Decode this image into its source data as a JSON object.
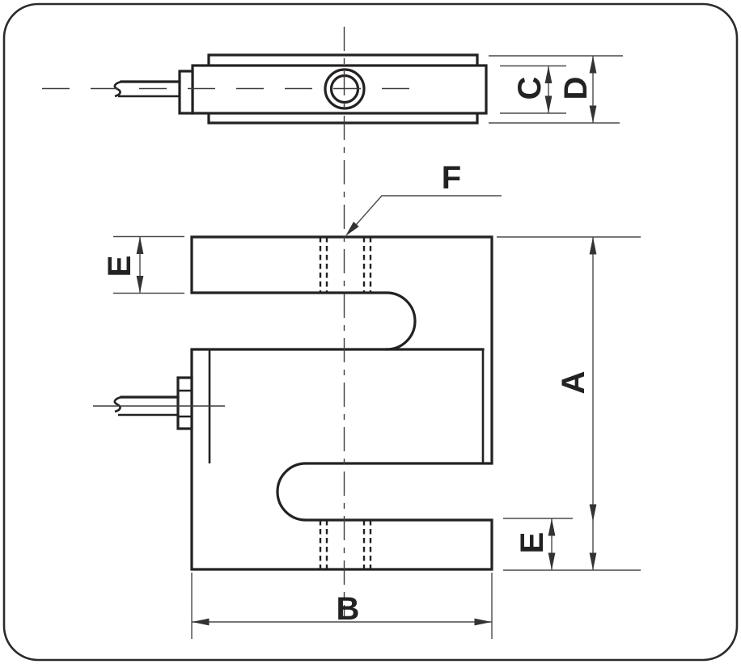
{
  "drawing": {
    "labels": {
      "overall_height": "A",
      "overall_width": "B",
      "body_thickness": "C",
      "overall_thickness": "D",
      "arm_height_top": "E",
      "arm_height_bottom": "E",
      "thread_callout": "F"
    },
    "colors": {
      "outline": "#242121",
      "dimension_lines": "#4a4a4a",
      "arrowheads": "#333333",
      "frame": "#2b2b2b",
      "background": "#ffffff"
    }
  }
}
